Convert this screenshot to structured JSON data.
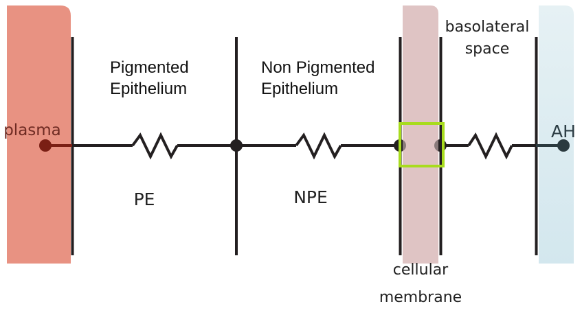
{
  "diagram": {
    "compartments": {
      "plasma": {
        "label": "plasma",
        "fill": "#e89282",
        "text_color": "#6e2a22",
        "node_color": "#7a1f14"
      },
      "membrane": {
        "label_line1": "cellular",
        "label_line2": "membrane",
        "fill": "#dfc4c4"
      },
      "aqueous_humor": {
        "label": "AH",
        "fill_top": "#e6f1f4",
        "fill_bottom": "#d3e7ee",
        "text_color": "#2d3e45",
        "node_color": "#2b3a3f"
      },
      "basolateral": {
        "label_line1": "basolateral",
        "label_line2": "space"
      }
    },
    "regions": {
      "pigmented": {
        "label_line1": "Pigmented",
        "label_line2": "Epithelium"
      },
      "non_pigmented": {
        "label_line1": "Non Pigmented",
        "label_line2": "Epithelium"
      }
    },
    "resistors": [
      {
        "id": "PE",
        "label": "PE"
      },
      {
        "id": "NPE",
        "label": "NPE"
      },
      {
        "id": "basolateral",
        "label": ""
      }
    ],
    "colors": {
      "wire": "#231f20",
      "highlight_box": "#a8dc1e",
      "membrane_node": "#5a4446",
      "text_dark": "#111111",
      "text_label": "#222222"
    }
  }
}
